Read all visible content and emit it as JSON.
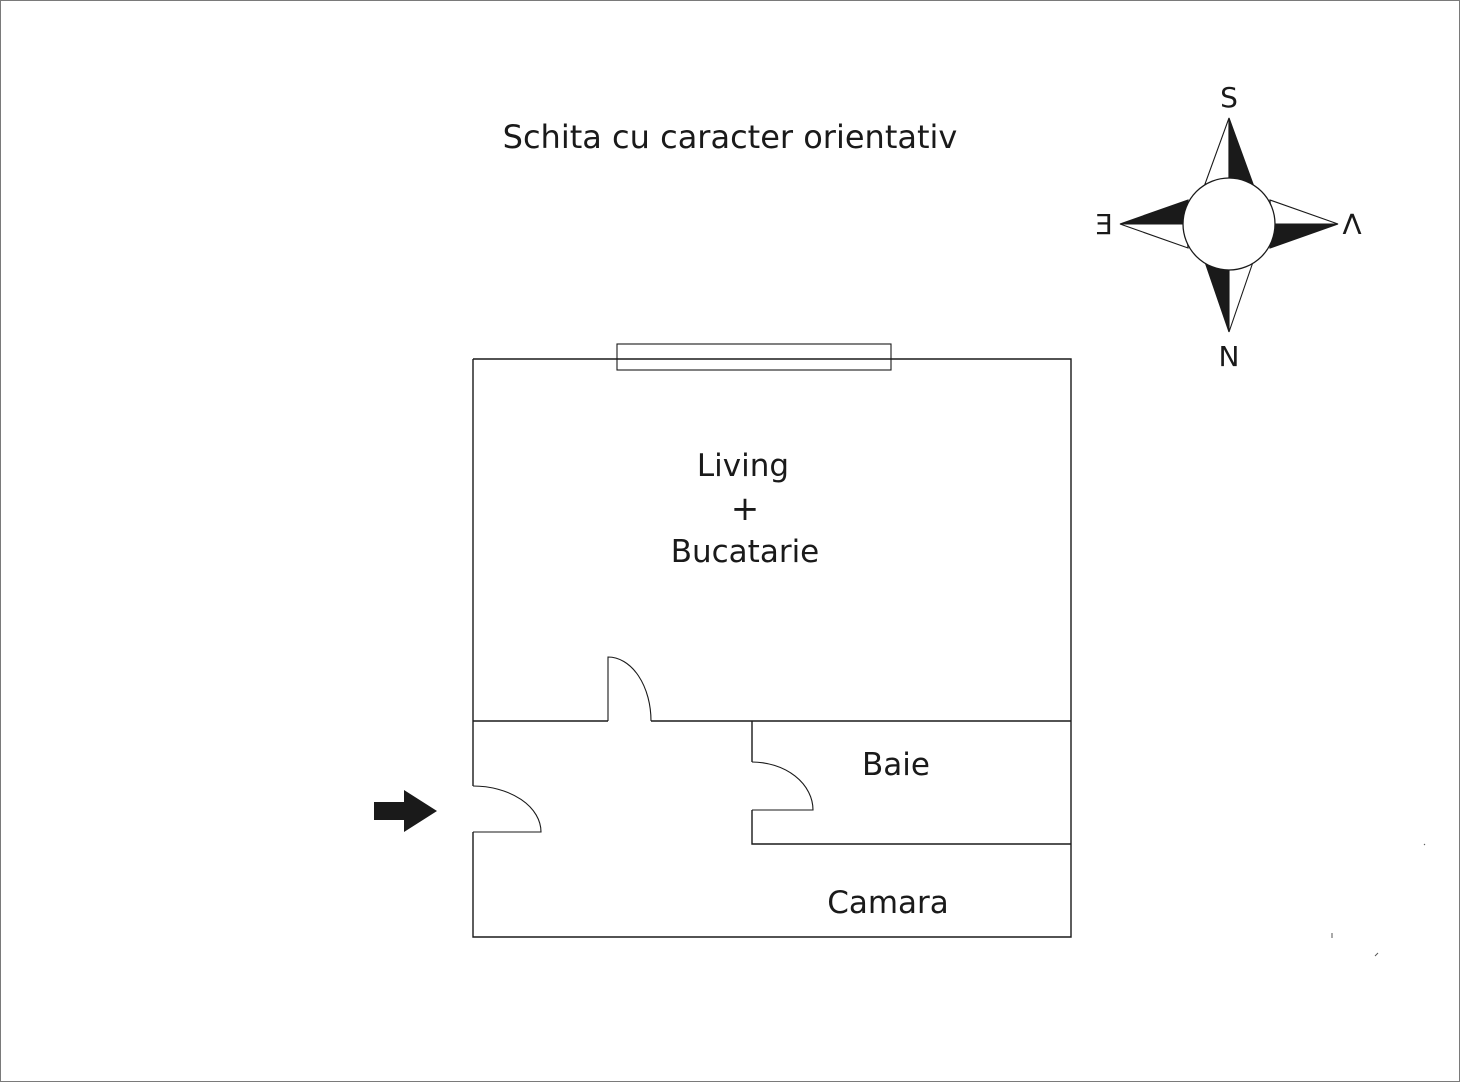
{
  "title": "Schita cu caracter orientativ",
  "rooms": {
    "living": "Living",
    "plus": "+",
    "kitchen": "Bucatarie",
    "bathroom": "Baie",
    "storage": "Camara"
  },
  "compass": {
    "top": "S",
    "right": "V",
    "bottom": "N",
    "left": "E"
  },
  "entrance": {
    "icon": "arrow-right-icon"
  },
  "colors": {
    "line": "#1a1a1a",
    "background": "#ffffff"
  }
}
